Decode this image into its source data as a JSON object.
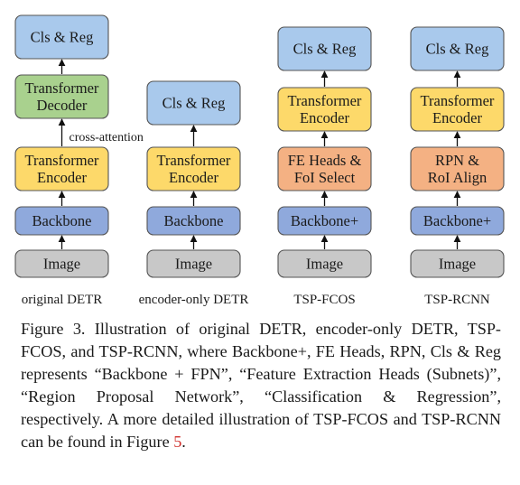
{
  "columns": [
    {
      "label": "original DETR",
      "boxes": [
        "Image",
        "Backbone",
        "Transformer\nEncoder",
        "Transformer\nDecoder",
        "Cls & Reg"
      ],
      "edge_label": "cross-attention"
    },
    {
      "label": "encoder-only DETR",
      "boxes": [
        "Image",
        "Backbone",
        "Transformer\nEncoder",
        "Cls & Reg"
      ]
    },
    {
      "label": "TSP-FCOS",
      "boxes": [
        "Image",
        "Backbone+",
        "FE Heads &\nFoI Select",
        "Transformer\nEncoder",
        "Cls & Reg"
      ]
    },
    {
      "label": "TSP-RCNN",
      "boxes": [
        "Image",
        "Backbone+",
        "RPN &\nRoI Align",
        "Transformer\nEncoder",
        "Cls & Reg"
      ]
    }
  ],
  "colors": {
    "image": "#c8c8c8",
    "backbone": "#8fa9dc",
    "encoder": "#fdd96a",
    "decoder": "#a9d18e",
    "head": "#a9c9ec",
    "proposal": "#f4b183",
    "border": "#555555"
  },
  "caption": {
    "text": "Figure 3. Illustration of original DETR, encoder-only DETR, TSP-FCOS, and TSP-RCNN, where Backbone+, FE Heads, RPN, Cls & Reg represents “Backbone + FPN”, “Feature Extraction Heads (Subnets)”, “Region Proposal Network”, “Classification & Regression”, respectively.  A more detailed illustration of TSP-FCOS and TSP-RCNN can be found in Figure ",
    "ref": "5",
    "end": "."
  }
}
